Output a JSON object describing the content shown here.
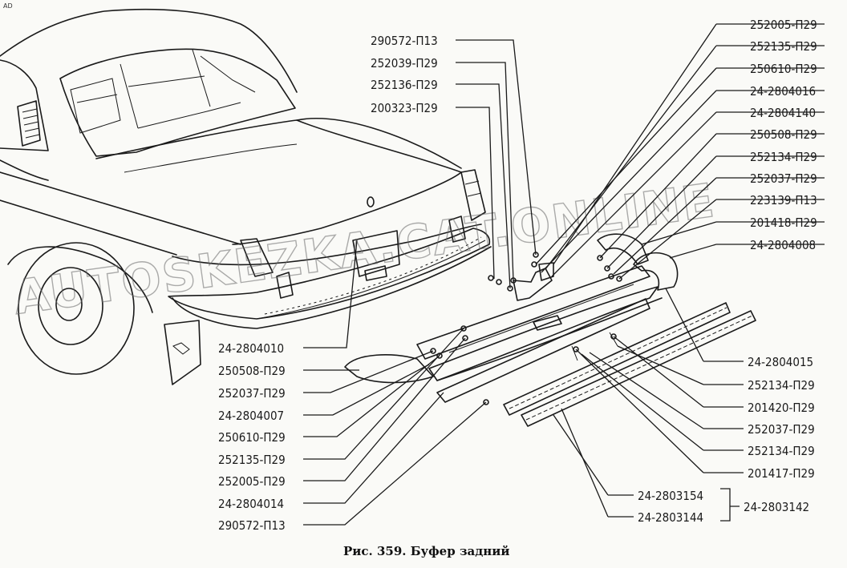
{
  "corner_mark": "AD",
  "caption": "Рис. 359. Буфер задний",
  "watermark": "AUTOSKEZKA.CAT.ONLINE",
  "labels_right_top": [
    "252005-П29",
    "252135-П29",
    "250610-П29",
    "24-2804016",
    "24-2804140",
    "250508-П29",
    "252134-П29",
    "252037-П29",
    "223139-П13",
    "201418-П29",
    "24-2804008"
  ],
  "labels_mid_top": [
    "290572-П13",
    "252039-П29",
    "252136-П29",
    "200323-П29"
  ],
  "labels_left_bottom": [
    "24-2804010",
    "250508-П29",
    "252037-П29",
    "24-2804007",
    "250610-П29",
    "252135-П29",
    "252005-П29",
    "24-2804014",
    "290572-П13"
  ],
  "labels_right_bottom": [
    "24-2804015",
    "252134-П29",
    "201420-П29",
    "252037-П29",
    "252134-П29",
    "201417-П29"
  ],
  "labels_assembly": [
    "24-2803154",
    "24-2803144"
  ],
  "assembly_total": "24-2803142"
}
